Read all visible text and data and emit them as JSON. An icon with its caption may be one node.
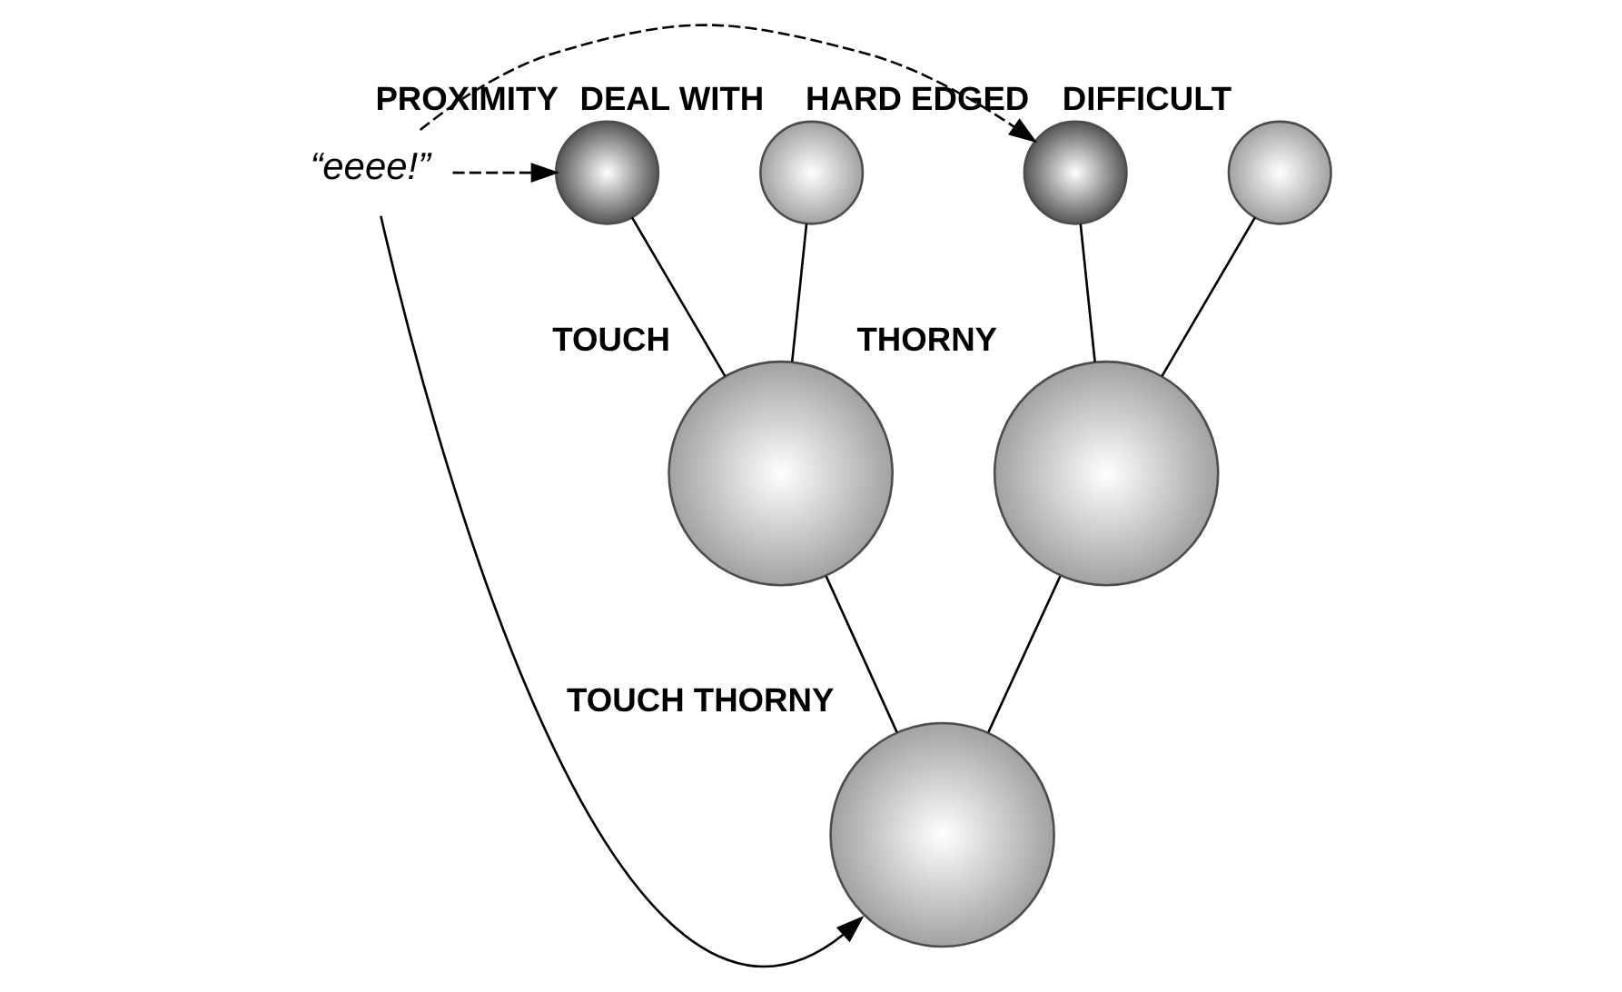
{
  "diagram": {
    "nodes": [
      {
        "text": [
          "“eeee!”"
        ]
      },
      {
        "text": [
          "PROXIMITY"
        ]
      },
      {
        "text": [
          "DEAL WITH"
        ]
      },
      {
        "text": [
          "HARD EDGED"
        ]
      },
      {
        "text": [
          "DIFFICULT"
        ]
      },
      {
        "text": [
          "TOUCH"
        ]
      },
      {
        "text": [
          "THORNY"
        ]
      },
      {
        "text": [
          "TOUCH THORNY"
        ]
      }
    ],
    "edges": [
      {
        "from": 1,
        "to": 5,
        "arrow": "none"
      },
      {
        "from": 2,
        "to": 5,
        "arrow": "none"
      },
      {
        "from": 3,
        "to": 6,
        "arrow": "none"
      },
      {
        "from": 4,
        "to": 6,
        "arrow": "none"
      },
      {
        "from": 5,
        "to": 7,
        "arrow": "none"
      },
      {
        "from": 6,
        "to": 7,
        "arrow": "none"
      },
      {
        "from": 0,
        "to": 1,
        "arrow": "to",
        "style": "dashed"
      },
      {
        "from": 0,
        "to": 3,
        "arrow": "to",
        "style": "dashed"
      },
      {
        "from": 0,
        "to": 7,
        "arrow": "to"
      }
    ]
  }
}
